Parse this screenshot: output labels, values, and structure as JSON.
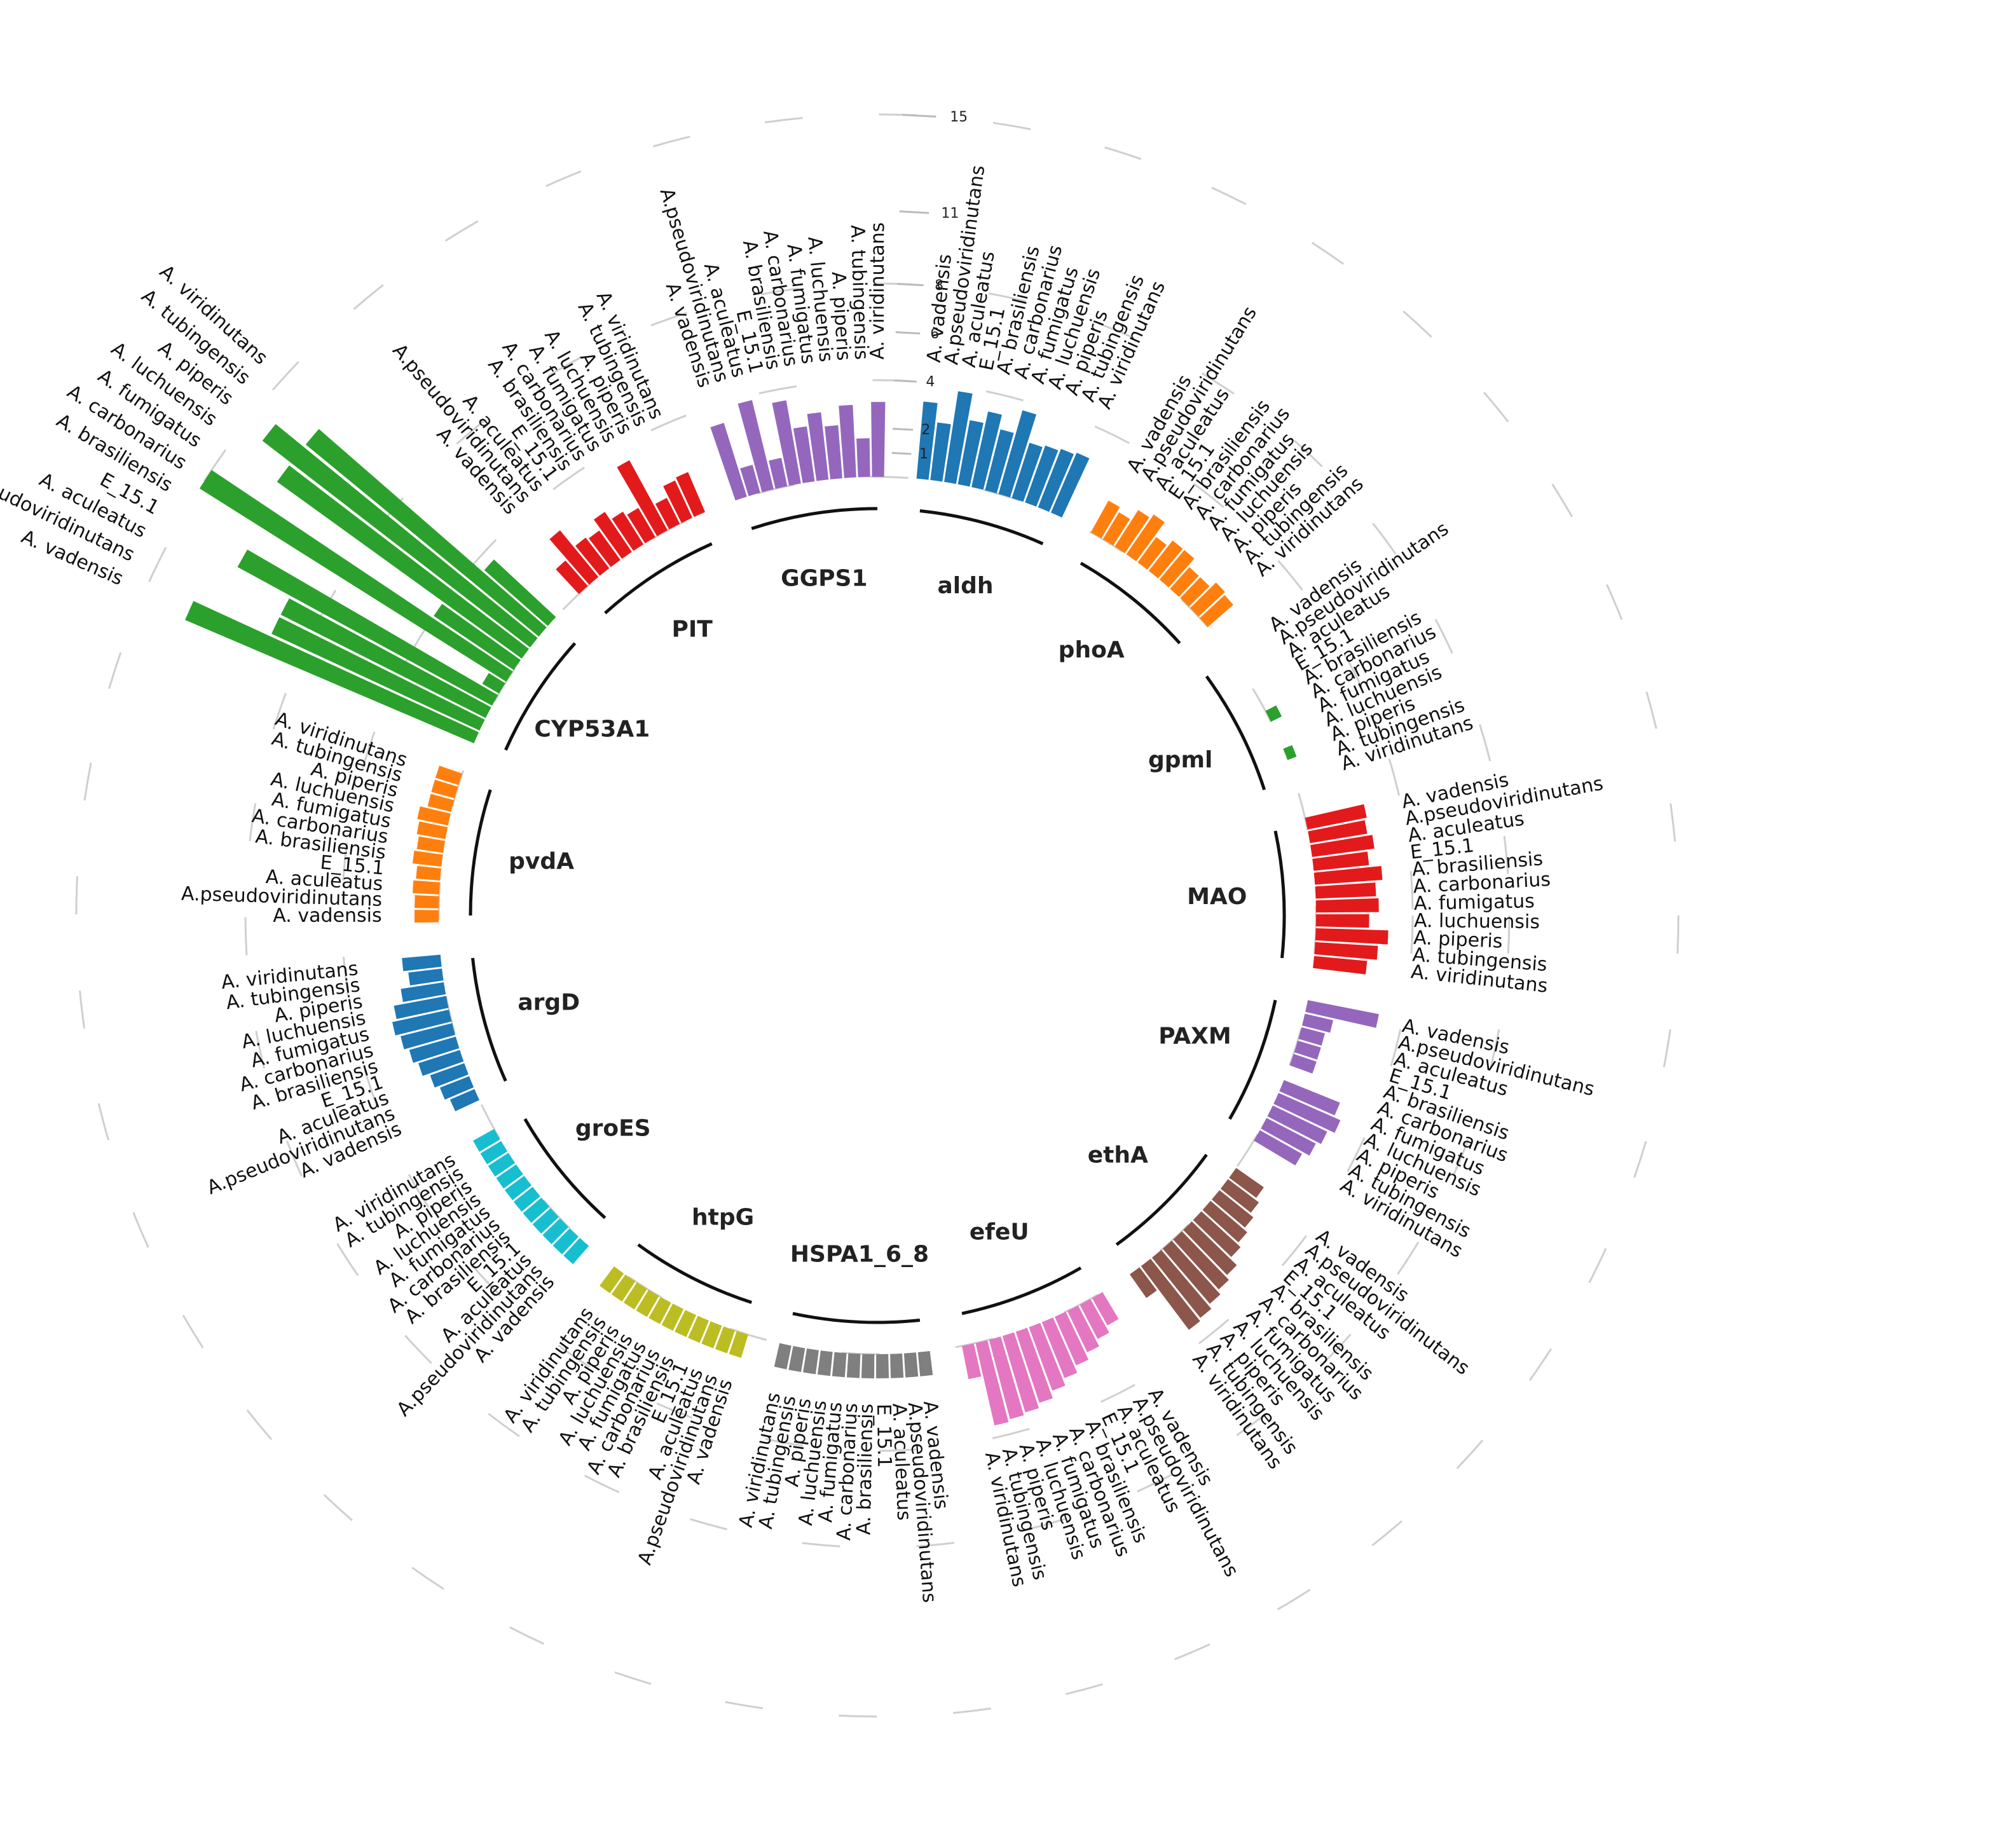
{
  "chart_data": {
    "type": "bar",
    "layout": "circular",
    "species": [
      "A. vadensis",
      "A.pseudoviridinutans",
      "A. aculeatus",
      "E_15.1",
      "A. brasiliensis",
      "A. carbonarius",
      "A. fumigatus",
      "A. luchuensis",
      "A. piperis",
      "A. tubingensis",
      "A. viridinutans"
    ],
    "radial_ticks": [
      "1",
      "2",
      "4",
      "6",
      "8",
      "11",
      "15"
    ],
    "radial_tick_values": [
      1,
      2,
      4,
      6,
      8,
      11,
      15
    ],
    "genes": [
      {
        "name": "aldh",
        "color": "#1f77b4",
        "values": [
          3.2,
          2.4,
          3.8,
          2.7,
          3.2,
          2.6,
          3.6,
          2.4,
          2.5,
          2.6,
          2.7
        ]
      },
      {
        "name": "phoA",
        "color": "#ff7f0e",
        "values": [
          1.5,
          1.3,
          1.8,
          2.0,
          1.3,
          1.6,
          1.6,
          1.2,
          1.2,
          1.5,
          1.4
        ]
      },
      {
        "name": "gpml",
        "color": "#2ca02c",
        "values": [
          0,
          0,
          0,
          0,
          0,
          0.5,
          0,
          0,
          0.4,
          0,
          0
        ]
      },
      {
        "name": "MAO",
        "color": "#e31a1c",
        "values": [
          2.5,
          2.4,
          2.6,
          2.3,
          2.8,
          2.5,
          2.6,
          2.2,
          3.0,
          2.6,
          2.2
        ]
      },
      {
        "name": "PAXM",
        "color": "#9467bd",
        "values": [
          3.0,
          1.2,
          1.0,
          1.0,
          1.0,
          0,
          2.5,
          2.8,
          2.5,
          2.3,
          2.0
        ]
      },
      {
        "name": "ethA",
        "color": "#8c564b",
        "values": [
          1.4,
          1.6,
          1.8,
          2.0,
          2.2,
          2.6,
          2.8,
          3.0,
          3.2,
          3.3,
          1.2
        ]
      },
      {
        "name": "efeU",
        "color": "#e377c2",
        "values": [
          1.3,
          1.6,
          1.9,
          2.2,
          2.5,
          2.8,
          3.1,
          3.3,
          3.4,
          3.5,
          1.4
        ]
      },
      {
        "name": "HSPA1_6_8",
        "color": "#7f7f7f",
        "values": [
          1.0,
          1.0,
          1.0,
          1.0,
          1.0,
          1.0,
          1.0,
          1.0,
          1.0,
          1.0,
          1.0
        ]
      },
      {
        "name": "htpG",
        "color": "#bcbd22",
        "values": [
          1.0,
          1.0,
          1.0,
          1.0,
          1.0,
          1.0,
          1.0,
          1.0,
          1.0,
          1.0,
          1.0
        ]
      },
      {
        "name": "groES",
        "color": "#17becf",
        "values": [
          1.0,
          1.0,
          1.0,
          1.0,
          1.0,
          1.0,
          1.0,
          1.0,
          1.0,
          1.0,
          1.0
        ]
      },
      {
        "name": "argD",
        "color": "#1f77b4",
        "values": [
          1.1,
          1.3,
          1.5,
          1.8,
          2.0,
          2.2,
          2.4,
          2.2,
          1.8,
          1.4,
          1.6
        ]
      },
      {
        "name": "pvdA",
        "color": "#ff7f0e",
        "values": [
          1.0,
          1.0,
          1.1,
          1.0,
          1.2,
          1.1,
          1.2,
          1.3,
          1.0,
          1.0,
          1.0
        ]
      },
      {
        "name": "CYP53A1",
        "color": "#2ca02c",
        "values": [
          13.0,
          9.5,
          9.5,
          12.0,
          0.8,
          15.0,
          4.0,
          12.5,
          14.0,
          12.5,
          3.5
        ]
      },
      {
        "name": "PIT",
        "color": "#e31a1c",
        "values": [
          1.4,
          2.5,
          1.6,
          1.5,
          2.0,
          1.6,
          1.4,
          3.3,
          1.2,
          1.7,
          1.8
        ]
      },
      {
        "name": "GGPS1",
        "color": "#9467bd",
        "values": [
          3.2,
          1.2,
          3.8,
          1.2,
          3.5,
          2.3,
          2.8,
          2.2,
          3.0,
          1.6,
          3.1
        ]
      }
    ]
  }
}
